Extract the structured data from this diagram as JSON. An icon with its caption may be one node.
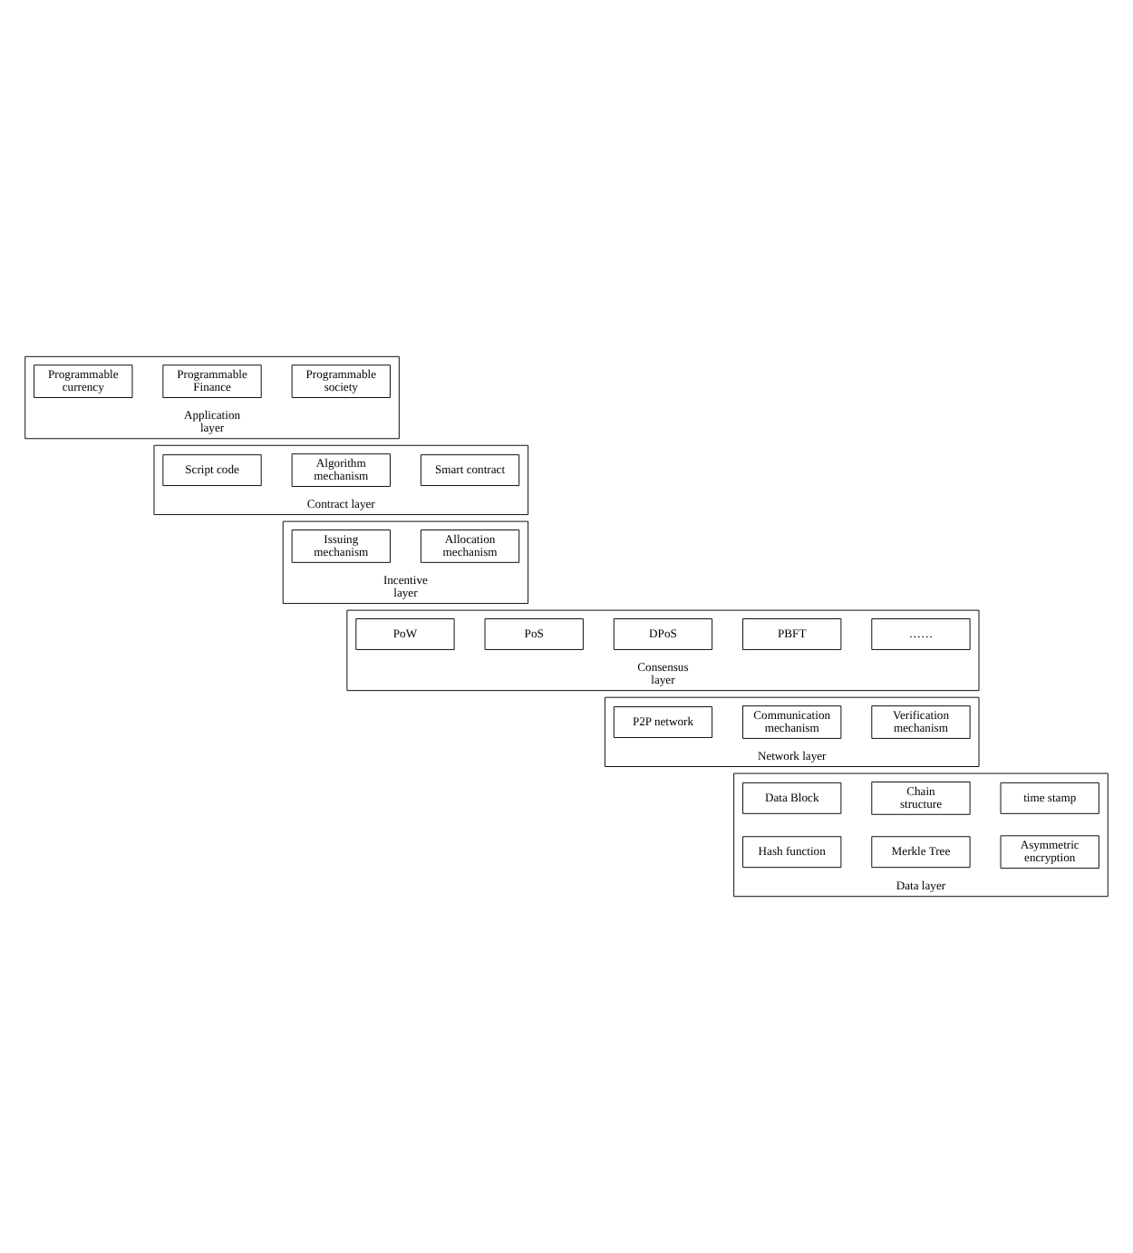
{
  "diagram": {
    "nodes": [
      {
        "text": [
          "Application layer"
        ]
      },
      {
        "text": [
          "Programmable currency"
        ],
        "in": 0
      },
      {
        "text": [
          "Programmable Finance"
        ],
        "in": 0
      },
      {
        "text": [
          "Programmable society"
        ],
        "in": 0
      },
      {
        "text": [
          "Contract layer"
        ]
      },
      {
        "text": [
          "Script code"
        ],
        "in": 4
      },
      {
        "text": [
          "Algorithm mechanism"
        ],
        "in": 4
      },
      {
        "text": [
          "Smart contract"
        ],
        "in": 4
      },
      {
        "text": [
          "Incentive layer"
        ]
      },
      {
        "text": [
          "Issuing mechanism"
        ],
        "in": 8
      },
      {
        "text": [
          "Allocation mechanism"
        ],
        "in": 8
      },
      {
        "text": [
          "Consensus layer"
        ]
      },
      {
        "text": [
          "PoW"
        ],
        "in": 11
      },
      {
        "text": [
          "PoS"
        ],
        "in": 11
      },
      {
        "text": [
          "DPoS"
        ],
        "in": 11
      },
      {
        "text": [
          "PBFT"
        ],
        "in": 11
      },
      {
        "text": [
          "……"
        ],
        "in": 11
      },
      {
        "text": [
          "Network layer"
        ]
      },
      {
        "text": [
          "P2P network"
        ],
        "in": 17
      },
      {
        "text": [
          "Communication mechanism"
        ],
        "in": 17
      },
      {
        "text": [
          "Verification mechanism"
        ],
        "in": 17
      },
      {
        "text": [
          "Data layer"
        ]
      },
      {
        "text": [
          "Data Block"
        ],
        "in": 21
      },
      {
        "text": [
          "Chain structure"
        ],
        "in": 21
      },
      {
        "text": [
          "time stamp"
        ],
        "in": 21
      },
      {
        "text": [
          "Hash function"
        ],
        "in": 21
      },
      {
        "text": [
          "Merkle Tree"
        ],
        "in": 21
      },
      {
        "text": [
          "Asymmetric encryption"
        ],
        "in": 21
      }
    ]
  }
}
